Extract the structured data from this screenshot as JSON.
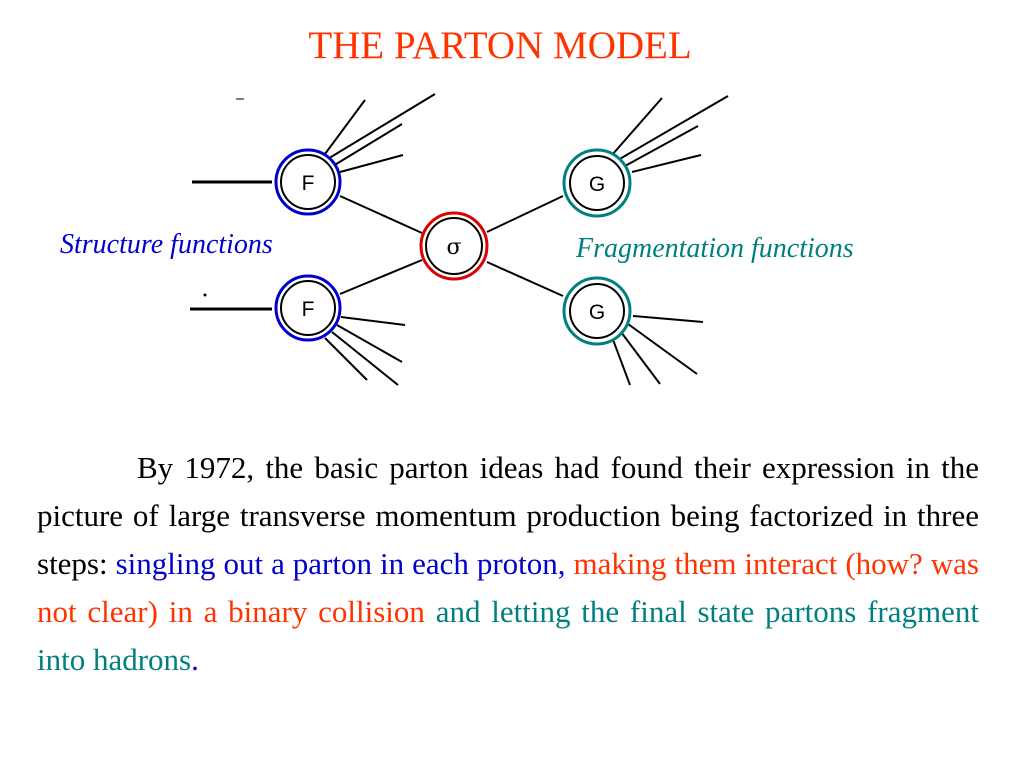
{
  "title": "THE PARTON MODEL",
  "diagram": {
    "nodes": {
      "structure_top": "F",
      "structure_bottom": "F",
      "cross_section": "σ",
      "fragment_top": "G",
      "fragment_bottom": "G"
    },
    "labels": {
      "structure": "Structure functions",
      "fragmentation": "Fragmentation functions"
    },
    "colors": {
      "structure_ring": "#0000cc",
      "cross_section_ring": "#dd0000",
      "fragment_ring": "#008080",
      "title": "#ff3300",
      "structure_label": "#0000cc",
      "fragment_label": "#008080"
    }
  },
  "body": {
    "segments": [
      {
        "text": "By 1972, the basic parton ideas had found their expression in the picture of large transverse momentum production being factorized in three steps: ",
        "color": "black"
      },
      {
        "text": "singling out a parton in each proton,",
        "color": "blue"
      },
      {
        "text": " making them interact (how? was not clear) in a binary collision",
        "color": "red"
      },
      {
        "text": " and letting the final state partons fragment into hadrons",
        "color": "teal"
      },
      {
        "text": ".",
        "color": "blue"
      }
    ]
  }
}
